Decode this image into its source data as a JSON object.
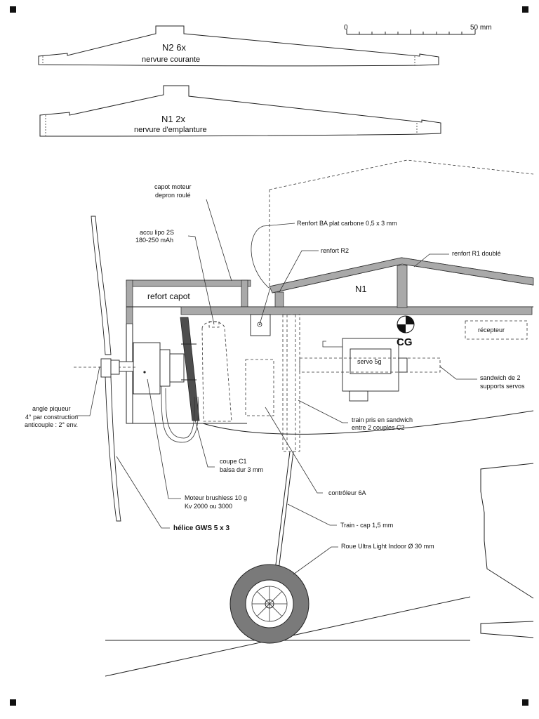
{
  "ribs": {
    "n2_title": "N2 6x",
    "n2_sub": "nervure courante",
    "n1_title": "N1 2x",
    "n1_sub": "nervure d'emplanture"
  },
  "scale": {
    "start": "0",
    "end": "50 mm"
  },
  "labels": {
    "capot_line1": "capot moteur",
    "capot_line2": "depron roulé",
    "accu_line1": "accu lipo 2S",
    "accu_line2": "180-250 mAh",
    "renfort_ba": "Renfort BA plat carbone 0,5 x 3 mm",
    "renfort_r2": "renfort R2",
    "renfort_r1": "renfort R1 doublé",
    "refort_capot": "refort capot",
    "n1": "N1",
    "cg": "CG",
    "recepteur": "récepteur",
    "servo": "servo 5g",
    "sandwich_line1": "sandwich de 2",
    "sandwich_line2": "supports servos",
    "angle_line1": "angle piqueur",
    "angle_line2": "4° par construction",
    "angle_line3": "anticouple : 2° env.",
    "train_sandwich_line1": "train pris en sandwich",
    "train_sandwich_line2": "entre 2 couples C2",
    "coupe_line1": "coupe C1",
    "coupe_line2": "balsa dur 3 mm",
    "controleur": "contrôleur 6A",
    "moteur_line1": "Moteur brushless  10 g",
    "moteur_line2": "Kv 2000 ou 3000",
    "train": "Train - cap 1,5 mm",
    "helice": "hélice GWS 5 x 3",
    "roue": "Roue Ultra Light Indoor Ø 30 mm"
  }
}
